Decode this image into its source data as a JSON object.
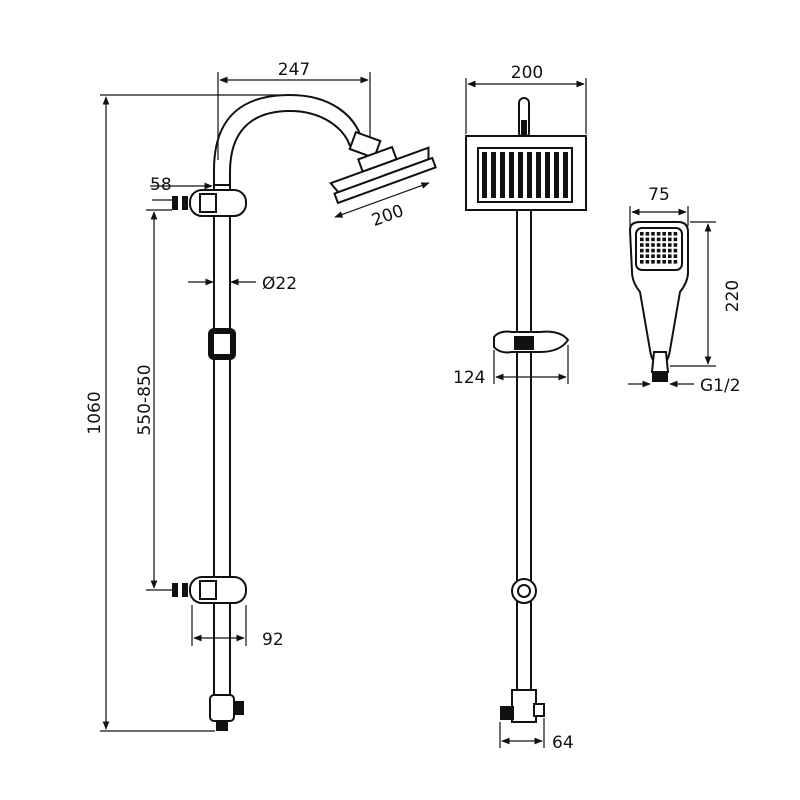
{
  "dimensions": {
    "arm_reach": "247",
    "head_diameter": "200",
    "head_width_front": "200",
    "handshower_width": "75",
    "handshower_length": "220",
    "connection_thread": "G1/2",
    "wall_offset": "58",
    "tube_diameter": "Ø22",
    "total_height": "1060",
    "bracket_range": "550-850",
    "bracket_depth": "92",
    "slider_width": "124",
    "diverter_width": "64"
  }
}
